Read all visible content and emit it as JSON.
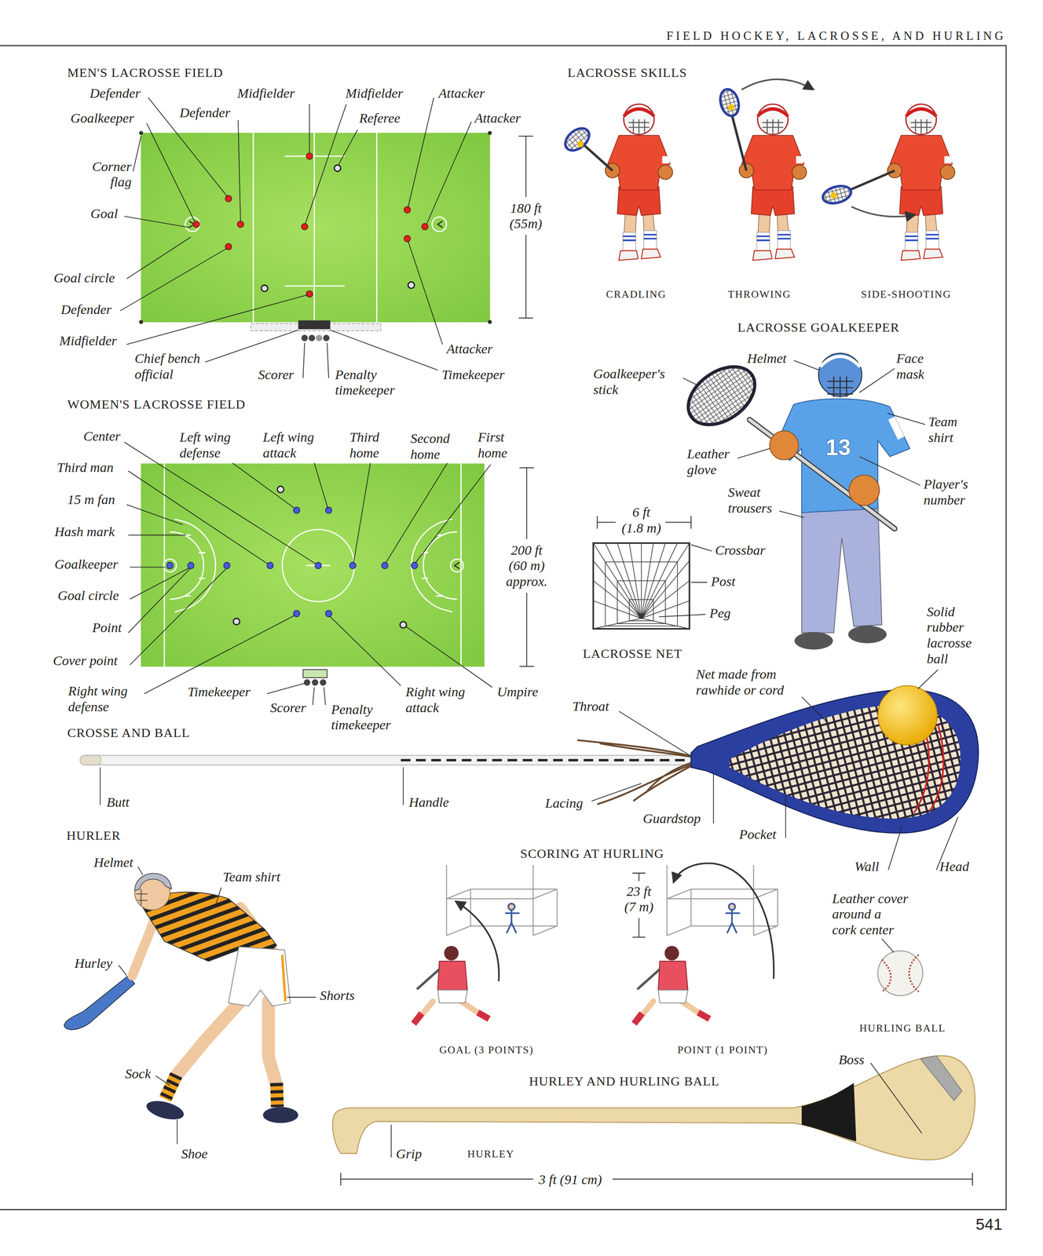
{
  "diagram": {
    "title": "FIELD HOCKEY, LACROSSE, AND HURLING",
    "labels": [
      "MEN'S LACROSSE FIELD",
      "Defender",
      "Midfielder",
      "Midfielder",
      "Attacker",
      "Goalkeeper",
      "Defender",
      "Referee",
      "Attacker",
      "Corner flag",
      "Goal",
      "180 ft (55m)",
      "Goal circle",
      "Defender",
      "Midfielder",
      "Chief bench official",
      "Scorer",
      "Penalty timekeeper",
      "Attacker",
      "Timekeeper",
      "LACROSSE SKILLS",
      "CRADLING",
      "THROWING",
      "SIDE-SHOOTING",
      "WOMEN'S LACROSSE FIELD",
      "Center",
      "Left wing defense",
      "Left wing attack",
      "Third home",
      "Second home",
      "First home",
      "Third man",
      "15 m fan",
      "Hash mark",
      "Goalkeeper",
      "Goal circle",
      "Point",
      "Cover point",
      "200 ft (60 m) approx.",
      "Right wing defense",
      "Timekeeper",
      "Scorer",
      "Penalty timekeeper",
      "Right wing attack",
      "Umpire",
      "LACROSSE GOALKEEPER",
      "Helmet",
      "Face mask",
      "Goalkeeper's stick",
      "Team shirt",
      "13",
      "Leather glove",
      "Player's number",
      "Sweat trousers",
      "6 ft (1.8 m)",
      "Crossbar",
      "Post",
      "Peg",
      "LACROSSE NET",
      "Solid rubber lacrosse ball",
      "Net made from rawhide or cord",
      "Throat",
      "CROSSE AND BALL",
      "Butt",
      "Handle",
      "Lacing",
      "Guardstop",
      "Pocket",
      "Wall",
      "Head",
      "HURLER",
      "Helmet",
      "Team shirt",
      "Hurley",
      "Shorts",
      "Sock",
      "Shoe",
      "SCORING AT HURLING",
      "23 ft (7 m)",
      "Leather cover around a cork center",
      "HURLING BALL",
      "GOAL (3 POINTS)",
      "POINT (1 POINT)",
      "Boss",
      "HURLEY AND HURLING BALL",
      "Grip",
      "HURLEY",
      "3 ft (91 cm)",
      "541"
    ]
  }
}
